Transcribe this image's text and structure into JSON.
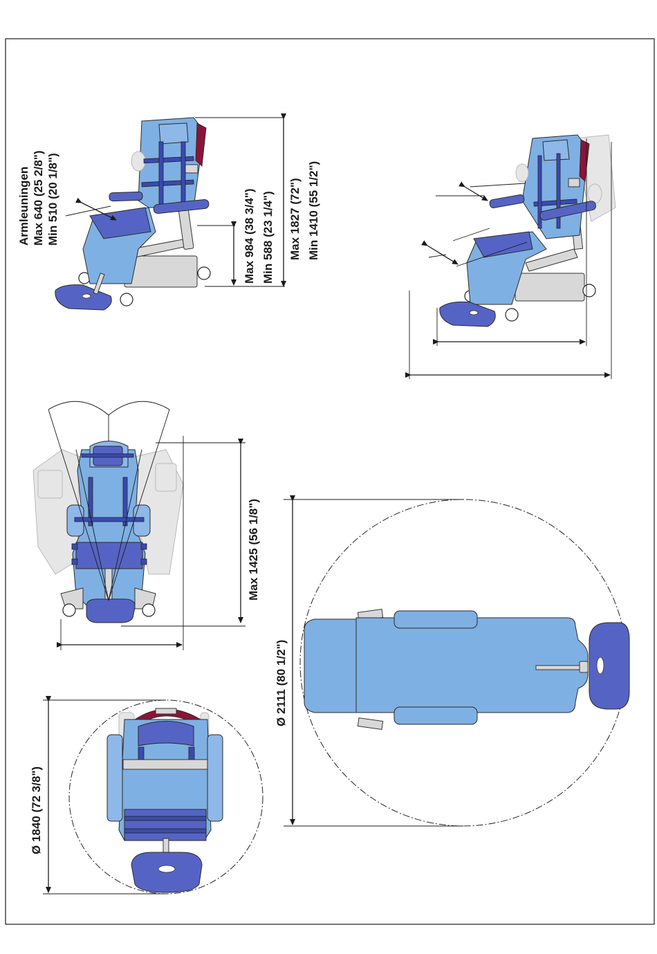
{
  "labels": {
    "armrest_title": "Armleuningen",
    "armrest_max": "Max 640 (25 2/8\")",
    "armrest_min": "Min 510 (20 1/8\")",
    "seat_max": "Max 984 (38 3/4\")",
    "seat_min": "Min 588 (23 1/4\")",
    "height_max": "Max 1827 (72\")",
    "height_min": "Min 1410 (55 1/2\")",
    "width_max": "Max 1425 (56 1/8\")",
    "turn_small": "Ø 1840 (72 3/8\")",
    "turn_large": "Ø 2111 (80 1/2\")"
  },
  "colors": {
    "seat_blue": "#7fb0e3",
    "accent_blue": "#5564c4",
    "strap_blue": "#3a4ab0",
    "headrest_maroon": "#8a1538",
    "ghost_grey": "#e6e6e6"
  }
}
